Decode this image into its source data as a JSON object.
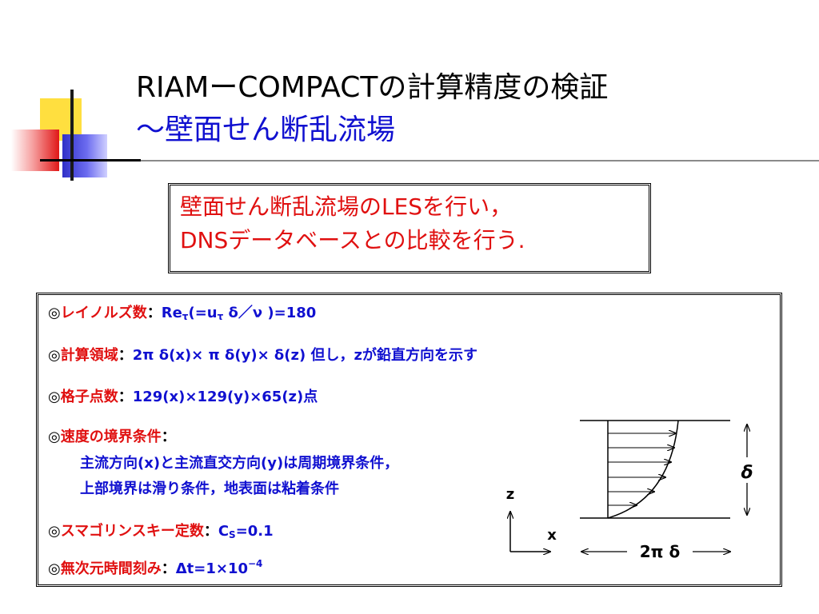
{
  "title": {
    "line1": "RIAMーCOMPACTの計算精度の検証",
    "line2": "～壁面せん断乱流場"
  },
  "goal": {
    "line1": "壁面せん断乱流場のLESを行い，",
    "line2": "DNSデータベースとの比較を行う."
  },
  "params": {
    "mark": "◎",
    "reynolds": {
      "key": "レイノルズ数",
      "colon": "：",
      "pre": "Re",
      "tau": "τ",
      "mid": "(=u",
      "tau2": "τ",
      "post": " δ／ν )=180"
    },
    "domain": {
      "key": "計算領域",
      "colon": "：",
      "value": "2π δ(x)× π δ(y)× δ(z)  但し，zが鉛直方向を示す"
    },
    "grid": {
      "key": "格子点数",
      "colon": "：",
      "value": "129(x)×129(y)×65(z)点"
    },
    "boundary": {
      "key": "速度の境界条件",
      "colon": "：",
      "line2": "主流方向(x)と主流直交方向(y)は周期境界条件，",
      "line3": "上部境界は滑り条件，地表面は粘着条件"
    },
    "smagorinsky": {
      "key": "スマゴリンスキー定数",
      "colon": "：",
      "pre": "C",
      "sub": "S",
      "post": "=0.1"
    },
    "timestep": {
      "key": "無次元時間刻み",
      "colon": "：",
      "pre": "Δt=1×10",
      "sup": "−4"
    }
  },
  "diagram": {
    "z_label": "z",
    "x_label": "x",
    "delta_label": "δ",
    "width_label": "2π δ"
  }
}
